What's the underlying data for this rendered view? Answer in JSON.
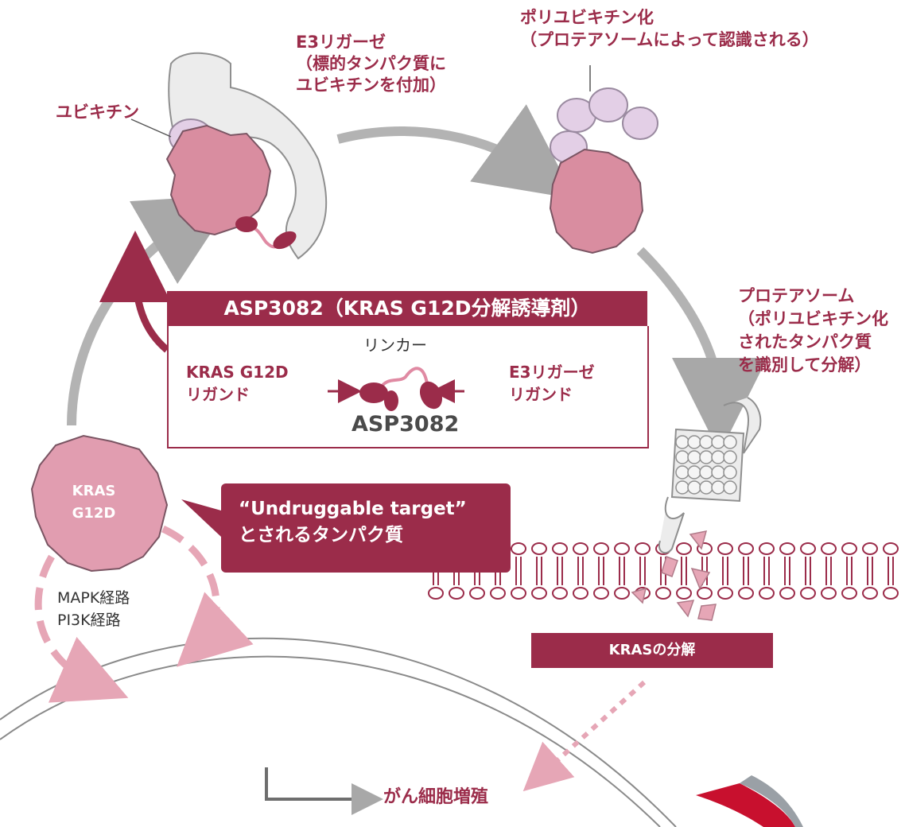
{
  "labels": {
    "ubiquitin": "ユビキチン",
    "e3_ligase": "E3リガーゼ\n（標的タンパク質に\nユビキチンを付加）",
    "polyubiquitination": "ポリユビキチン化\n（プロテアソームによって認識される）",
    "proteasome": "プロテアソーム\n（ポリユビキチン化\nされたタンパク質\nを識別して分解）",
    "kras_protein": "KRAS\nG12D",
    "pathways": "MAPK経路\nPI3K経路",
    "kras_degradation": "KRASの分解",
    "cancer_proliferation": "がん細胞増殖"
  },
  "drug_box": {
    "title": "ASP3082（KRAS G12D分解誘導剤）",
    "linker": "リンカー",
    "left_ligand": "KRAS G12D\nリガンド",
    "right_ligand": "E3リガーゼ\nリガンド",
    "name": "ASP3082"
  },
  "callout": {
    "text": "“Undruggable target”\nとされるタンパク質"
  },
  "colors": {
    "accent": "#9b2c4a",
    "protein": "#d98da0",
    "ubiquitin": "#e3cfe6",
    "arrow_gray": "#b3b3b3"
  },
  "icons": [
    "ubiquitin-icon",
    "kras-protein-icon",
    "e3-ligase-icon",
    "proteasome-icon",
    "membrane-icon",
    "logo-mark"
  ]
}
